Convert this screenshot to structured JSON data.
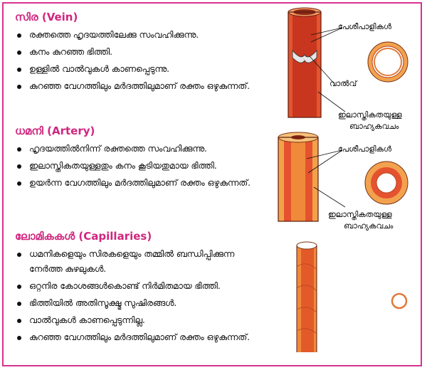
{
  "vein": {
    "heading": "സിര (Vein)",
    "points": [
      "രക്തത്തെ ഹൃദയത്തിലേക്കു സംവഹിക്കുന്നു.",
      "കനം കുറഞ്ഞ ഭിത്തി.",
      "ഉള്ളിൽ വാൽവുകൾ കാണപ്പെടുന്നു.",
      "കുറഞ്ഞ വേഗത്തിലും മർദത്തിലുമാണ് രക്തം ഒഴുകുന്നത്."
    ],
    "labels": {
      "muscle": "പേശീപാളികൾ",
      "valve": "വാൽവ്",
      "elastic": "ഇലാസ്തികതയുള്ള",
      "outer": "ബാഹ്യകവചം"
    }
  },
  "artery": {
    "heading": "ധമനി (Artery)",
    "points": [
      "ഹൃദയത്തിൽനിന്ന് രക്തത്തെ സംവഹിക്കുന്നു.",
      "ഇലാസ്തികതയുള്ളതും കനം കൂടിയതുമായ ഭിത്തി.",
      "ഉയർന്ന വേഗത്തിലും മർദത്തിലുമാണ് രക്തം ഒഴുകുന്നത്."
    ],
    "labels": {
      "muscle": "പേശീപാളികൾ",
      "elastic": "ഇലാസ്തികതയുള്ള",
      "outer": "ബാഹ്യകവചം"
    }
  },
  "capillaries": {
    "heading": "ലോമികകൾ (Capillaries)",
    "points": [
      "ധമനികളെയും സിരകളെയും തമ്മിൽ ബന്ധിപ്പിക്കുന്ന നേർത്ത കുഴലുകൾ.",
      "ഒറ്റനിര കോശങ്ങൾകൊണ്ട് നിർമിതമായ ഭിത്തി.",
      "ഭിത്തിയിൽ അതിസൂക്ഷ്മ സുഷിരങ്ങൾ.",
      "വാൽവുകൾ കാണപ്പെടുന്നില്ല.",
      "കുറഞ്ഞ വേഗത്തിലും മർദത്തിലുമാണ് രക്തം ഒഴുകുന്നത്."
    ]
  },
  "colors": {
    "border": "#d6338f",
    "heading": "#d0267f",
    "vessel_red": "#d8402b",
    "vessel_orange": "#f08a3a"
  }
}
